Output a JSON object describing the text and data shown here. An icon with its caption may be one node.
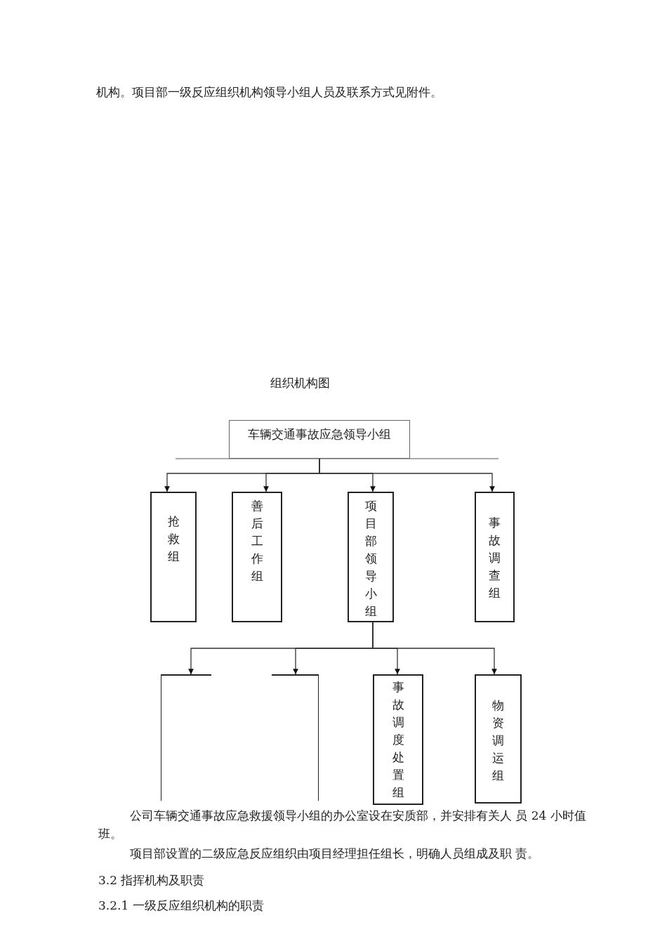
{
  "diagram": {
    "title": "组织机构图",
    "nodes": [
      {
        "text": [
          "车辆交通事故应急领导小组"
        ]
      },
      {
        "text": [
          "抢救组"
        ]
      },
      {
        "text": [
          "善后工作组"
        ]
      },
      {
        "text": [
          "项目部领导小组"
        ]
      },
      {
        "text": [
          "事故调查组"
        ]
      },
      {
        "text": [],
        "shape": "box"
      },
      {
        "text": [],
        "shape": "box"
      },
      {
        "text": [
          "事故调度处置组"
        ]
      },
      {
        "text": [
          "物资调运组"
        ]
      }
    ],
    "edges": [
      {
        "from": 0,
        "to": 1,
        "arrow": "to"
      },
      {
        "from": 0,
        "to": 2,
        "arrow": "to"
      },
      {
        "from": 0,
        "to": 3,
        "arrow": "to"
      },
      {
        "from": 0,
        "to": 4,
        "arrow": "to"
      },
      {
        "from": 3,
        "to": 5,
        "arrow": "to"
      },
      {
        "from": 3,
        "to": 6,
        "arrow": "to"
      },
      {
        "from": 3,
        "to": 7,
        "arrow": "to"
      },
      {
        "from": 3,
        "to": 8,
        "arrow": "to"
      }
    ],
    "labels": [
      "机构。项目部一级反应组织机构领导小组人员及联系方式见附件。",
      "公司车辆交通事故应急救援领导小组的办公室设在安质部，并安排有关人 员 24 小时值班。",
      "项目部设置的二级应急反应组织由项目经理担任组长，明确人员组成及职 责。",
      "3.2 指挥机构及职责",
      "3.2.1 一级反应组织机构的职责"
    ]
  }
}
